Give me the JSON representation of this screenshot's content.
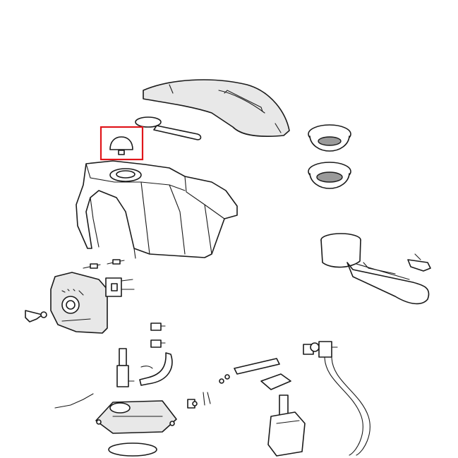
{
  "colors": {
    "line": "#1a1a1a",
    "shade": "#e8e8e8",
    "filter_dark": "#7a7a7a",
    "highlight_box": "#e0161b",
    "background": "#ffffff"
  },
  "highlight": {
    "target": "steam-knob-cap",
    "style": "red rectangle outline"
  },
  "parts": [
    "drip-tray-cover",
    "measuring-scoop",
    "steam-knob-cap",
    "housing-body",
    "filter-basket-small",
    "filter-basket-large",
    "portafilter-handle",
    "filter-clip",
    "control-panel",
    "selector-knob",
    "thermostat-switch",
    "connector-pins",
    "steam-wand-tube",
    "boiler-assembly",
    "boiler-gasket",
    "pump-assembly",
    "water-hose",
    "valve-fitting"
  ]
}
